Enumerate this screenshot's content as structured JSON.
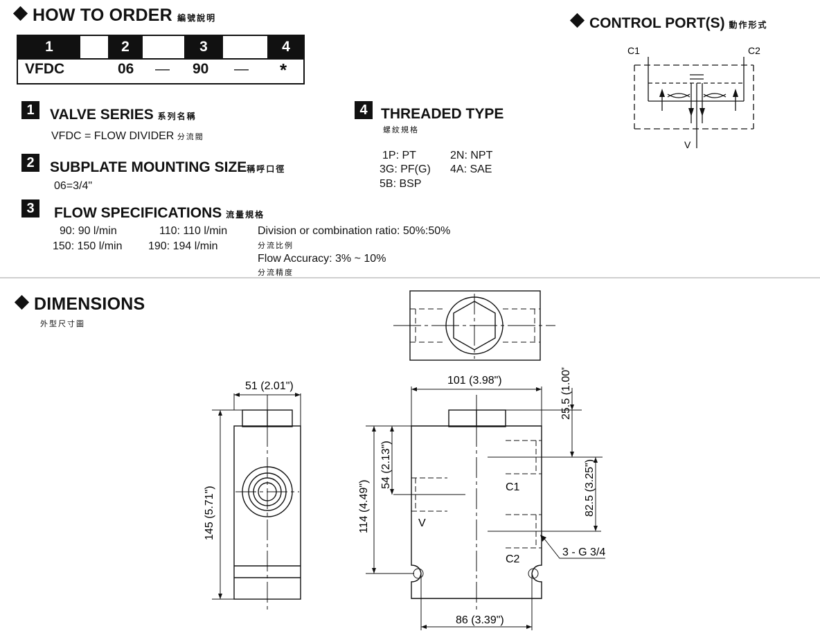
{
  "how_to_order": {
    "title": "HOW TO  ORDER",
    "title_cjk": "編號說明",
    "columns": [
      "1",
      "2",
      "3",
      "4"
    ],
    "values": [
      "VFDC",
      "06",
      "—",
      "90",
      "—",
      "*"
    ]
  },
  "control_ports": {
    "title": "CONTROL PORT(S)",
    "title_cjk": "動作形式",
    "labels": {
      "c1": "C1",
      "c2": "C2",
      "v": "V"
    }
  },
  "sections": [
    {
      "num": "1",
      "title": "VALVE SERIES",
      "title_cjk": "系列名稱",
      "lines": [
        "VFDC = FLOW DIVIDER"
      ],
      "line_cjk": "分流閥"
    },
    {
      "num": "2",
      "title": "SUBPLATE MOUNTING SIZE",
      "title_cjk": "稱呼口徑",
      "lines": [
        "06=3/4\""
      ]
    },
    {
      "num": "3",
      "title": "FLOW SPECIFICATIONS",
      "title_cjk": "流量規格",
      "flows": [
        "90: 90 l/min",
        "110: 110 l/min",
        "150: 150 l/min",
        "190: 194 l/min"
      ],
      "ratio": "Division or combination ratio: 50%:50%",
      "ratio_cjk": "分流比例",
      "accuracy": "Flow Accuracy: 3% ~ 10%",
      "accuracy_cjk": "分流精度"
    },
    {
      "num": "4",
      "title": "THREADED TYPE",
      "title_cjk": "螺紋規格",
      "types": [
        "1P: PT",
        "2N: NPT",
        "3G: PF(G)",
        "4A: SAE",
        "5B: BSP"
      ]
    }
  ],
  "dimensions": {
    "title": "DIMENSIONS",
    "title_cjk": "外型尺寸圖",
    "side_width": "51 (2.01\")",
    "side_height": "145 (5.71\")",
    "front_width": "101 (3.98\")",
    "front_height": "114 (4.49\")",
    "v_offset": "54 (2.13\")",
    "top_offset": "25.5 (1.00\")",
    "port_spacing": "82.5 (3.25\")",
    "bolt_spacing": "86 (3.39\")",
    "port_thread": "3 - G 3/4",
    "port_c1": "C1",
    "port_c2": "C2",
    "port_v": "V"
  }
}
